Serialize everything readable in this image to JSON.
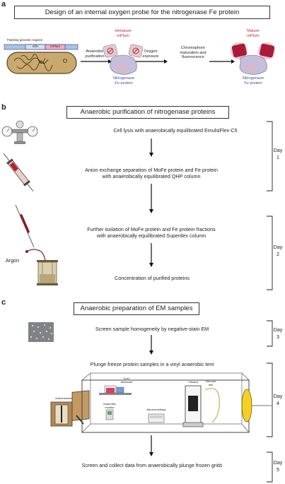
{
  "panel_a": {
    "letter": "a",
    "title": "Design of an internal oxygen probe for the nitrogenase Fe protein",
    "flanking_label": "Flanking genomic regions",
    "gene1": "nifH",
    "gene2": "mPlum",
    "step1": [
      "Anaerobic",
      "purification"
    ],
    "step2": [
      "Oxygen",
      "exposure"
    ],
    "step3": [
      "Chromophore",
      "maturation and",
      "fluorescence"
    ],
    "immature_label": [
      "Immature",
      "mPlum"
    ],
    "mature_label": [
      "Mature",
      "mPlum"
    ],
    "fe_label_1": [
      "Nitrogenase",
      "Fe protein"
    ],
    "fe_label_2": [
      "Nitrogenase",
      "Fe protein"
    ],
    "colors": {
      "immature": "#e0cdd2",
      "mature": "#a21a3a",
      "fe_protein": "#c7bedb",
      "label_red": "#c2203a",
      "label_blue": "#3e4fa3"
    }
  },
  "panel_b": {
    "letter": "b",
    "title": "Anaerobic purification of nitrogenase proteins",
    "steps": [
      [
        "Cell lysis with anaerobically equilibrated EmulsiFlex-C5"
      ],
      [
        "Anion exchange separation of MoFe protein and Fe protein",
        "with anaerobically equilibrated QHP column"
      ],
      [
        "Further isolation of MoFe protein and Fe protein fractions",
        "with anaerobically equilibrated Superdex column"
      ],
      [
        "Concentration of purified proteins"
      ]
    ],
    "argon_label": "Argon",
    "day1": [
      "Day",
      "1"
    ],
    "day2": [
      "Day",
      "2"
    ]
  },
  "panel_c": {
    "letter": "c",
    "title": "Anaerobic preparation of EM samples",
    "steps": [
      [
        "Screen sample homogeneity by negative-stain EM"
      ],
      [
        "Plunge freeze protein samples in a vinyl anaerobic tent"
      ],
      [
        "Screen and collect data from anaerobically plunge frozen grids"
      ]
    ],
    "equipment": {
      "antechamber": "Antechamber",
      "cacl2": [
        "CaCl",
        "desiccant"
      ],
      "anaerobic_monitor": [
        "Anaerobic",
        "monitor"
      ],
      "microcentrifuge": "Microcentrifuge",
      "vitrobot": "Vitrobot",
      "vacuum_line": [
        "Vacuum",
        "line"
      ]
    },
    "day3": [
      "Day",
      "3"
    ],
    "day4": [
      "Day",
      "4"
    ],
    "day5": [
      "Day",
      "5"
    ]
  }
}
